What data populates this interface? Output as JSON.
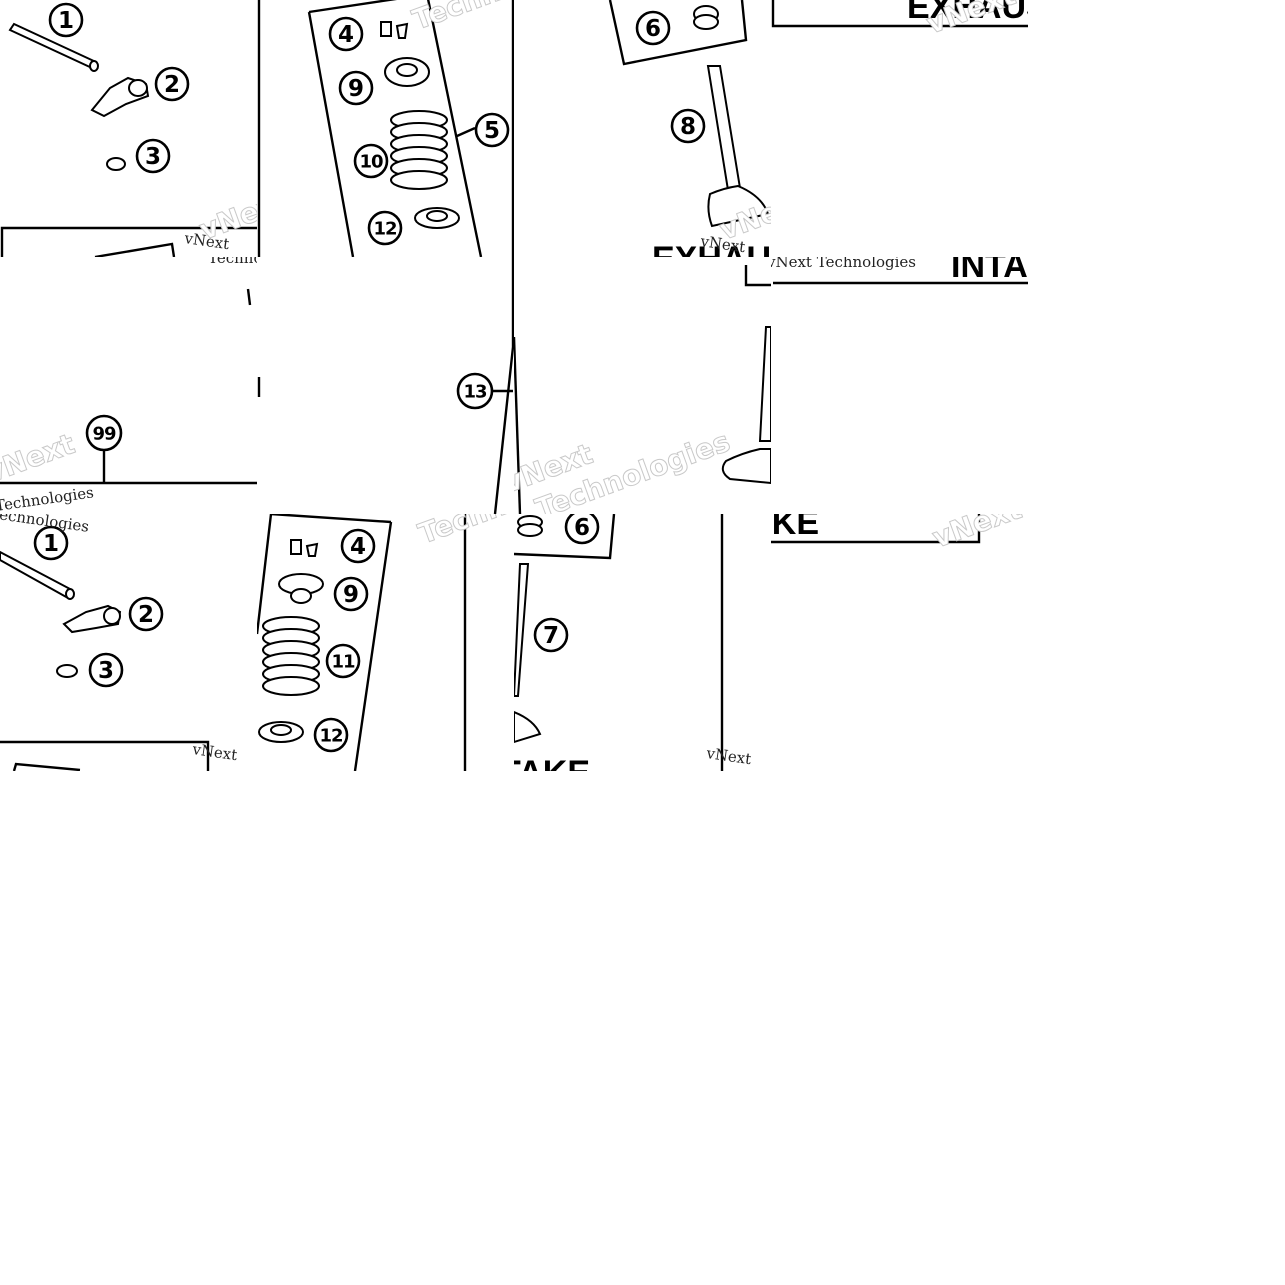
{
  "callouts": {
    "n1": "1",
    "n2": "2",
    "n3": "3",
    "n4": "4",
    "n5": "5",
    "n6": "6",
    "n7": "7",
    "n8": "8",
    "n9": "9",
    "n10": "10",
    "n11": "11",
    "n12": "12",
    "n13": "13",
    "n99": "99"
  },
  "labels": {
    "exhaust": "EXHAUST",
    "intake": "INTAKE"
  },
  "watermark": {
    "vnext": "vNext",
    "technologies": "Technologies",
    "vnext_technologies": "vNext Technologies"
  }
}
